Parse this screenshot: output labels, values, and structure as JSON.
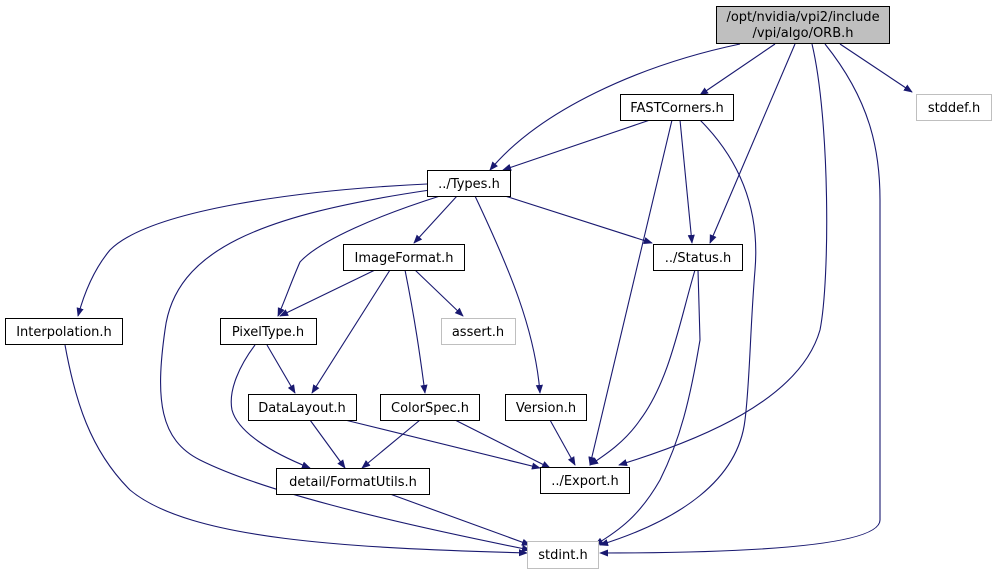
{
  "colors": {
    "edge": "#191970",
    "root_fill": "#bfbfbf",
    "node_border": "#000000",
    "missing_border": "#bfbfbf",
    "text": "#000000"
  },
  "nodes": {
    "orb": {
      "line1": "/opt/nvidia/vpi2/include",
      "line2": "/vpi/algo/ORB.h"
    },
    "fastcorners": "FASTCorners.h",
    "stddef": "stddef.h",
    "types": "../Types.h",
    "imageformat": "ImageFormat.h",
    "status": "../Status.h",
    "interpolation": "Interpolation.h",
    "pixeltype": "PixelType.h",
    "assert": "assert.h",
    "datalayout": "DataLayout.h",
    "colorspec": "ColorSpec.h",
    "version": "Version.h",
    "formatutils": "detail/FormatUtils.h",
    "export": "../Export.h",
    "stdint": "stdint.h"
  }
}
